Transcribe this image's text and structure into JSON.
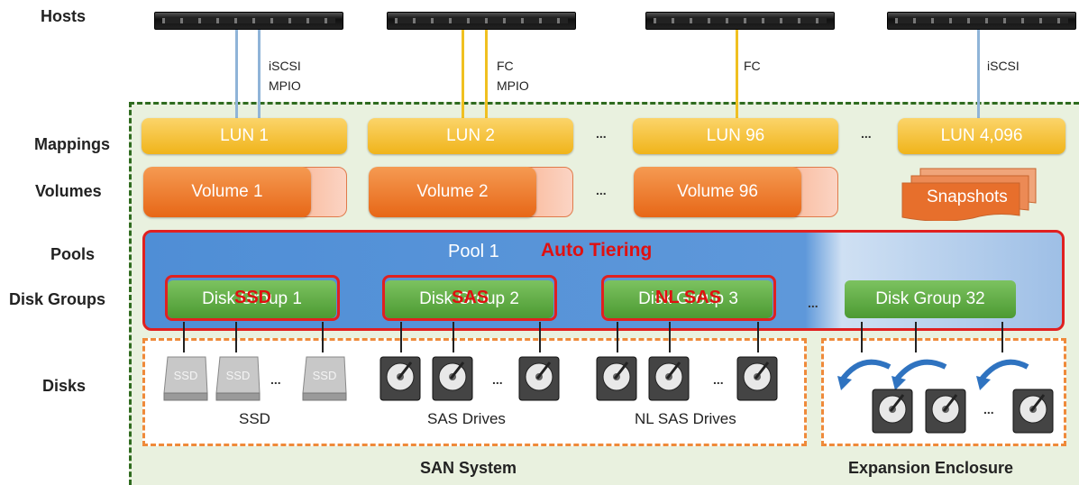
{
  "row_labels": {
    "hosts": "Hosts",
    "mappings": "Mappings",
    "volumes": "Volumes",
    "pools": "Pools",
    "disk_groups": "Disk Groups",
    "disks": "Disks"
  },
  "protocols": {
    "p1_line1": "iSCSI",
    "p1_line2": "MPIO",
    "p2_line1": "FC",
    "p2_line2": "MPIO",
    "p3": "FC",
    "p4": "iSCSI"
  },
  "luns": [
    "LUN 1",
    "LUN 2",
    "LUN 96",
    "LUN 4,096"
  ],
  "volumes": [
    "Volume 1",
    "Volume 2",
    "Volume 96"
  ],
  "snapshots": "Snapshots",
  "ellipsis": "...",
  "pool": {
    "title": "Pool 1",
    "tiering": "Auto Tiering"
  },
  "disk_groups": [
    "Disk Group 1",
    "Disk Group 2",
    "Disk Group 3",
    "Disk Group 32"
  ],
  "tiers": [
    "SSD",
    "SAS",
    "NL SAS"
  ],
  "disk_labels": [
    "SSD",
    "SAS Drives",
    "NL SAS Drives"
  ],
  "ssd_text": "SSD",
  "bottom": {
    "san": "SAN System",
    "expansion": "Expansion Enclosure"
  },
  "colors": {
    "lun": "#f0b41a",
    "volume": "#e76717",
    "pool": "#4f8ed6",
    "disk_group": "#4c9a32",
    "highlight": "#e02020",
    "system_bg": "#e9f1df"
  }
}
